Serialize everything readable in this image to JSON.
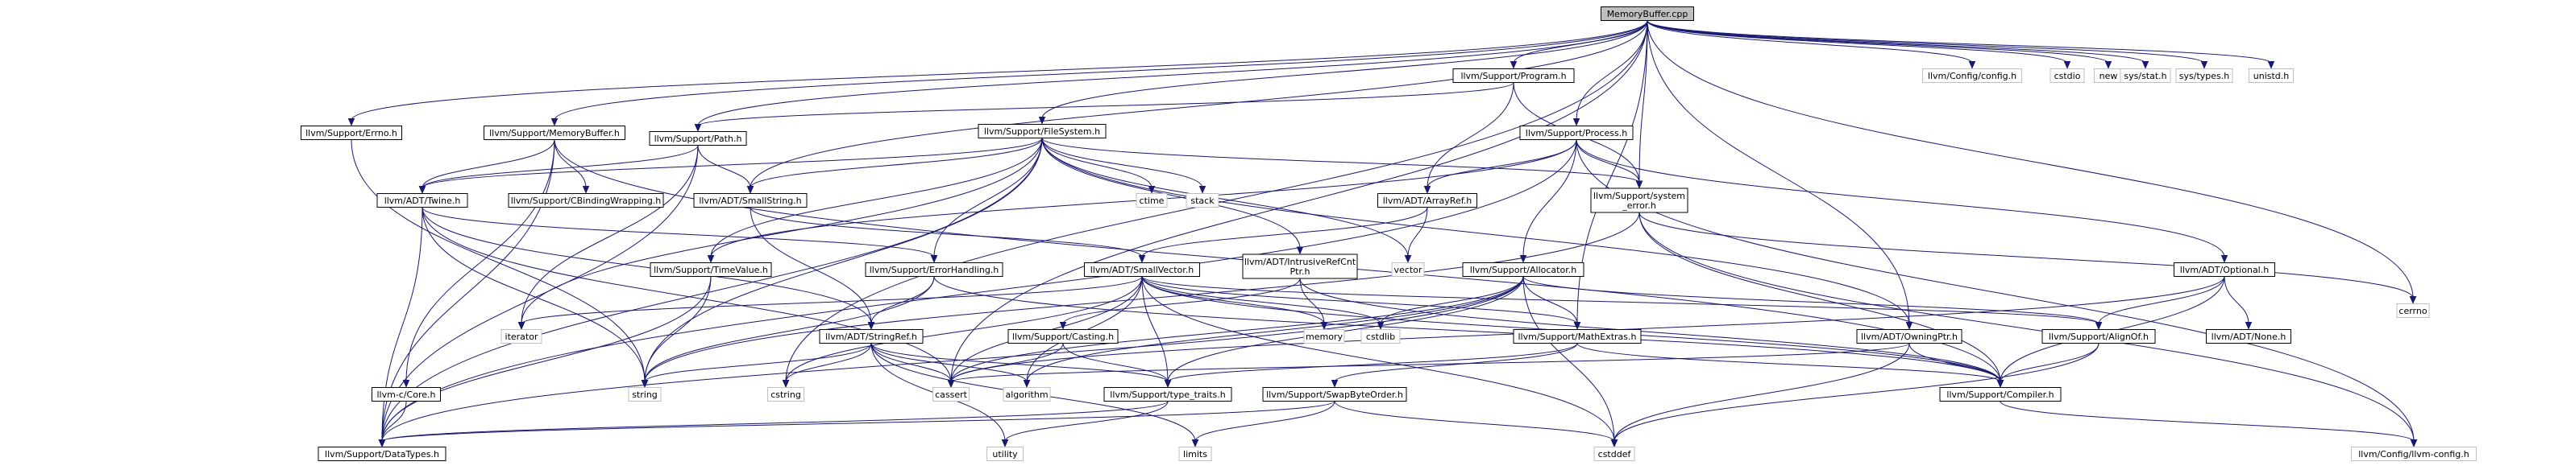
{
  "graph": {
    "root": "MemoryBuffer.cpp",
    "edge_color": "#191970",
    "nodes": [
      {
        "id": "MemoryBuffer.cpp",
        "label": "MemoryBuffer.cpp"
      },
      {
        "id": "llvm/Config/config.h",
        "label": "llvm/Config/config.h"
      },
      {
        "id": "cstdio",
        "label": "cstdio"
      },
      {
        "id": "new",
        "label": "new"
      },
      {
        "id": "sys/stat.h",
        "label": "sys/stat.h"
      },
      {
        "id": "sys/types.h",
        "label": "sys/types.h"
      },
      {
        "id": "unistd.h",
        "label": "unistd.h"
      },
      {
        "id": "llvm/Support/Program.h",
        "label": "llvm/Support/Program.h"
      },
      {
        "id": "llvm/Support/Errno.h",
        "label": "llvm/Support/Errno.h"
      },
      {
        "id": "llvm/Support/MemoryBuffer.h",
        "label": "llvm/Support/MemoryBuffer.h"
      },
      {
        "id": "llvm/Support/Path.h",
        "label": "llvm/Support/Path.h"
      },
      {
        "id": "llvm/Support/FileSystem.h",
        "label": "llvm/Support/FileSystem.h"
      },
      {
        "id": "llvm/Support/Process.h",
        "label": "llvm/Support/Process.h"
      },
      {
        "id": "llvm/ADT/Twine.h",
        "label": "llvm/ADT/Twine.h"
      },
      {
        "id": "llvm/Support/CBindingWrapping.h",
        "label": "llvm/Support/CBindingWrapping.h"
      },
      {
        "id": "llvm/ADT/SmallString.h",
        "label": "llvm/ADT/SmallString.h"
      },
      {
        "id": "ctime",
        "label": "ctime"
      },
      {
        "id": "stack",
        "label": "stack"
      },
      {
        "id": "llvm/ADT/ArrayRef.h",
        "label": "llvm/ADT/ArrayRef.h"
      },
      {
        "id": "llvm/Support/system_error.h",
        "label": "llvm/Support/system\n_error.h"
      },
      {
        "id": "llvm/Support/TimeValue.h",
        "label": "llvm/Support/TimeValue.h"
      },
      {
        "id": "llvm/Support/ErrorHandling.h",
        "label": "llvm/Support/ErrorHandling.h"
      },
      {
        "id": "llvm/ADT/SmallVector.h",
        "label": "llvm/ADT/SmallVector.h"
      },
      {
        "id": "llvm/ADT/IntrusiveRefCntPtr.h",
        "label": "llvm/ADT/IntrusiveRefCnt\nPtr.h"
      },
      {
        "id": "vector",
        "label": "vector"
      },
      {
        "id": "llvm/Support/Allocator.h",
        "label": "llvm/Support/Allocator.h"
      },
      {
        "id": "llvm/ADT/Optional.h",
        "label": "llvm/ADT/Optional.h"
      },
      {
        "id": "cerrno",
        "label": "cerrno"
      },
      {
        "id": "iterator",
        "label": "iterator"
      },
      {
        "id": "memory",
        "label": "memory"
      },
      {
        "id": "cstdlib",
        "label": "cstdlib"
      },
      {
        "id": "llvm/Support/MathExtras.h",
        "label": "llvm/Support/MathExtras.h"
      },
      {
        "id": "llvm/ADT/OwningPtr.h",
        "label": "llvm/ADT/OwningPtr.h"
      },
      {
        "id": "llvm/Support/AlignOf.h",
        "label": "llvm/Support/AlignOf.h"
      },
      {
        "id": "llvm/ADT/None.h",
        "label": "llvm/ADT/None.h"
      },
      {
        "id": "llvm/ADT/StringRef.h",
        "label": "llvm/ADT/StringRef.h"
      },
      {
        "id": "llvm/Support/Casting.h",
        "label": "llvm/Support/Casting.h"
      },
      {
        "id": "llvm-c/Core.h",
        "label": "llvm-c/Core.h"
      },
      {
        "id": "string",
        "label": "string"
      },
      {
        "id": "cstring",
        "label": "cstring"
      },
      {
        "id": "cassert",
        "label": "cassert"
      },
      {
        "id": "algorithm",
        "label": "algorithm"
      },
      {
        "id": "llvm/Support/type_traits.h",
        "label": "llvm/Support/type_traits.h"
      },
      {
        "id": "llvm/Support/SwapByteOrder.h",
        "label": "llvm/Support/SwapByteOrder.h"
      },
      {
        "id": "llvm/Support/Compiler.h",
        "label": "llvm/Support/Compiler.h"
      },
      {
        "id": "llvm/Support/DataTypes.h",
        "label": "llvm/Support/DataTypes.h"
      },
      {
        "id": "utility",
        "label": "utility"
      },
      {
        "id": "limits",
        "label": "limits"
      },
      {
        "id": "cstddef",
        "label": "cstddef"
      },
      {
        "id": "llvm/Config/llvm-config.h",
        "label": "llvm/Config/llvm-config.h"
      }
    ],
    "edges": [
      [
        "MemoryBuffer.cpp",
        "llvm/Config/config.h"
      ],
      [
        "MemoryBuffer.cpp",
        "cstdio"
      ],
      [
        "MemoryBuffer.cpp",
        "new"
      ],
      [
        "MemoryBuffer.cpp",
        "sys/stat.h"
      ],
      [
        "MemoryBuffer.cpp",
        "sys/types.h"
      ],
      [
        "MemoryBuffer.cpp",
        "unistd.h"
      ],
      [
        "MemoryBuffer.cpp",
        "llvm/Support/Program.h"
      ],
      [
        "MemoryBuffer.cpp",
        "llvm/Support/Errno.h"
      ],
      [
        "MemoryBuffer.cpp",
        "llvm/Support/MemoryBuffer.h"
      ],
      [
        "MemoryBuffer.cpp",
        "llvm/Support/Path.h"
      ],
      [
        "MemoryBuffer.cpp",
        "llvm/Support/FileSystem.h"
      ],
      [
        "MemoryBuffer.cpp",
        "llvm/Support/Process.h"
      ],
      [
        "MemoryBuffer.cpp",
        "llvm/ADT/SmallString.h"
      ],
      [
        "MemoryBuffer.cpp",
        "llvm/Support/system_error.h"
      ],
      [
        "MemoryBuffer.cpp",
        "llvm/Support/MathExtras.h"
      ],
      [
        "MemoryBuffer.cpp",
        "llvm/ADT/OwningPtr.h"
      ],
      [
        "MemoryBuffer.cpp",
        "cerrno"
      ],
      [
        "MemoryBuffer.cpp",
        "cassert"
      ],
      [
        "MemoryBuffer.cpp",
        "cstring"
      ],
      [
        "llvm/Support/Program.h",
        "llvm/Support/Path.h"
      ],
      [
        "llvm/Support/Program.h",
        "llvm/ADT/ArrayRef.h"
      ],
      [
        "llvm/Support/Program.h",
        "llvm/Support/system_error.h"
      ],
      [
        "llvm/Support/Errno.h",
        "string"
      ],
      [
        "llvm/Support/MemoryBuffer.h",
        "llvm/ADT/Twine.h"
      ],
      [
        "llvm/Support/MemoryBuffer.h",
        "llvm/Support/CBindingWrapping.h"
      ],
      [
        "llvm/Support/MemoryBuffer.h",
        "llvm-c/Core.h"
      ],
      [
        "llvm/Support/MemoryBuffer.h",
        "llvm/Support/DataTypes.h"
      ],
      [
        "llvm/Support/MemoryBuffer.h",
        "llvm/Support/Compiler.h"
      ],
      [
        "llvm/Support/Path.h",
        "llvm/ADT/SmallString.h"
      ],
      [
        "llvm/Support/Path.h",
        "llvm/ADT/Twine.h"
      ],
      [
        "llvm/Support/Path.h",
        "iterator"
      ],
      [
        "llvm/Support/Path.h",
        "llvm/Support/DataTypes.h"
      ],
      [
        "llvm/Support/FileSystem.h",
        "llvm/ADT/SmallString.h"
      ],
      [
        "llvm/Support/FileSystem.h",
        "llvm/ADT/Twine.h"
      ],
      [
        "llvm/Support/FileSystem.h",
        "ctime"
      ],
      [
        "llvm/Support/FileSystem.h",
        "stack"
      ],
      [
        "llvm/Support/FileSystem.h",
        "vector"
      ],
      [
        "llvm/Support/FileSystem.h",
        "llvm/Support/TimeValue.h"
      ],
      [
        "llvm/Support/FileSystem.h",
        "llvm/Support/ErrorHandling.h"
      ],
      [
        "llvm/Support/FileSystem.h",
        "llvm/ADT/IntrusiveRefCntPtr.h"
      ],
      [
        "llvm/Support/FileSystem.h",
        "llvm/Support/system_error.h"
      ],
      [
        "llvm/Support/FileSystem.h",
        "llvm/ADT/OwningPtr.h"
      ],
      [
        "llvm/Support/FileSystem.h",
        "llvm/Support/DataTypes.h"
      ],
      [
        "llvm/Support/FileSystem.h",
        "iterator"
      ],
      [
        "llvm/Support/FileSystem.h",
        "string"
      ],
      [
        "llvm/Support/Process.h",
        "llvm/ADT/ArrayRef.h"
      ],
      [
        "llvm/Support/Process.h",
        "llvm/Support/Allocator.h"
      ],
      [
        "llvm/Support/Process.h",
        "llvm/Support/system_error.h"
      ],
      [
        "llvm/Support/Process.h",
        "llvm/ADT/Optional.h"
      ],
      [
        "llvm/Support/Process.h",
        "llvm/Support/TimeValue.h"
      ],
      [
        "llvm/Support/Process.h",
        "llvm/Config/llvm-config.h"
      ],
      [
        "llvm/Support/Process.h",
        "llvm/Support/DataTypes.h"
      ],
      [
        "llvm/ADT/Twine.h",
        "llvm/ADT/StringRef.h"
      ],
      [
        "llvm/ADT/Twine.h",
        "llvm/Support/DataTypes.h"
      ],
      [
        "llvm/ADT/Twine.h",
        "llvm/Support/ErrorHandling.h"
      ],
      [
        "llvm/ADT/Twine.h",
        "cassert"
      ],
      [
        "llvm/ADT/Twine.h",
        "string"
      ],
      [
        "llvm/ADT/SmallString.h",
        "llvm/ADT/SmallVector.h"
      ],
      [
        "llvm/ADT/SmallString.h",
        "llvm/ADT/StringRef.h"
      ],
      [
        "llvm/ADT/ArrayRef.h",
        "llvm/ADT/SmallVector.h"
      ],
      [
        "llvm/ADT/ArrayRef.h",
        "vector"
      ],
      [
        "llvm/Support/system_error.h",
        "llvm/Support/Compiler.h"
      ],
      [
        "llvm/Support/system_error.h",
        "cerrno"
      ],
      [
        "llvm/Support/system_error.h",
        "string"
      ],
      [
        "llvm/Support/system_error.h",
        "llvm/Config/llvm-config.h"
      ],
      [
        "llvm/Support/TimeValue.h",
        "llvm/Support/DataTypes.h"
      ],
      [
        "llvm/Support/TimeValue.h",
        "string"
      ],
      [
        "llvm/Support/ErrorHandling.h",
        "llvm/ADT/StringRef.h"
      ],
      [
        "llvm/Support/ErrorHandling.h",
        "llvm/Support/Compiler.h"
      ],
      [
        "llvm/Support/ErrorHandling.h",
        "string"
      ],
      [
        "llvm/ADT/SmallVector.h",
        "llvm/Support/AlignOf.h"
      ],
      [
        "llvm/ADT/SmallVector.h",
        "llvm/Support/Compiler.h"
      ],
      [
        "llvm/ADT/SmallVector.h",
        "llvm/Support/MathExtras.h"
      ],
      [
        "llvm/ADT/SmallVector.h",
        "llvm/Support/type_traits.h"
      ],
      [
        "llvm/ADT/SmallVector.h",
        "algorithm"
      ],
      [
        "llvm/ADT/SmallVector.h",
        "cassert"
      ],
      [
        "llvm/ADT/SmallVector.h",
        "cstddef"
      ],
      [
        "llvm/ADT/SmallVector.h",
        "cstdlib"
      ],
      [
        "llvm/ADT/SmallVector.h",
        "cstring"
      ],
      [
        "llvm/ADT/SmallVector.h",
        "iterator"
      ],
      [
        "llvm/ADT/SmallVector.h",
        "memory"
      ],
      [
        "llvm/ADT/IntrusiveRefCntPtr.h",
        "llvm/Support/Casting.h"
      ],
      [
        "llvm/ADT/IntrusiveRefCntPtr.h",
        "llvm/Support/Compiler.h"
      ],
      [
        "llvm/ADT/IntrusiveRefCntPtr.h",
        "memory"
      ],
      [
        "llvm/Support/Allocator.h",
        "llvm/Support/AlignOf.h"
      ],
      [
        "llvm/Support/Allocator.h",
        "llvm/Support/DataTypes.h"
      ],
      [
        "llvm/Support/Allocator.h",
        "llvm/Support/MathExtras.h"
      ],
      [
        "llvm/Support/Allocator.h",
        "llvm/Support/type_traits.h"
      ],
      [
        "llvm/Support/Allocator.h",
        "algorithm"
      ],
      [
        "llvm/Support/Allocator.h",
        "cassert"
      ],
      [
        "llvm/Support/Allocator.h",
        "cstddef"
      ],
      [
        "llvm/Support/Allocator.h",
        "cstdlib"
      ],
      [
        "llvm/ADT/Optional.h",
        "llvm/ADT/None.h"
      ],
      [
        "llvm/ADT/Optional.h",
        "llvm/Support/AlignOf.h"
      ],
      [
        "llvm/ADT/Optional.h",
        "llvm/Support/Compiler.h"
      ],
      [
        "llvm/ADT/Optional.h",
        "cassert"
      ],
      [
        "llvm/Support/MathExtras.h",
        "llvm/Support/Compiler.h"
      ],
      [
        "llvm/Support/MathExtras.h",
        "llvm/Support/SwapByteOrder.h"
      ],
      [
        "llvm/Support/MathExtras.h",
        "llvm/Support/type_traits.h"
      ],
      [
        "llvm/ADT/OwningPtr.h",
        "llvm/Support/Compiler.h"
      ],
      [
        "llvm/ADT/OwningPtr.h",
        "cassert"
      ],
      [
        "llvm/ADT/OwningPtr.h",
        "cstddef"
      ],
      [
        "llvm/Support/AlignOf.h",
        "llvm/Support/Compiler.h"
      ],
      [
        "llvm/Support/AlignOf.h",
        "cstddef"
      ],
      [
        "llvm/ADT/StringRef.h",
        "llvm/Support/type_traits.h"
      ],
      [
        "llvm/ADT/StringRef.h",
        "algorithm"
      ],
      [
        "llvm/ADT/StringRef.h",
        "cassert"
      ],
      [
        "llvm/ADT/StringRef.h",
        "cstring"
      ],
      [
        "llvm/ADT/StringRef.h",
        "limits"
      ],
      [
        "llvm/ADT/StringRef.h",
        "string"
      ],
      [
        "llvm/ADT/StringRef.h",
        "utility"
      ],
      [
        "llvm/Support/Casting.h",
        "llvm/Support/type_traits.h"
      ],
      [
        "llvm/Support/Casting.h",
        "cassert"
      ],
      [
        "llvm-c/Core.h",
        "llvm/Support/DataTypes.h"
      ],
      [
        "llvm/Support/type_traits.h",
        "llvm/Support/DataTypes.h"
      ],
      [
        "llvm/Support/type_traits.h",
        "utility"
      ],
      [
        "llvm/Support/SwapByteOrder.h",
        "llvm/Support/DataTypes.h"
      ],
      [
        "llvm/Support/SwapByteOrder.h",
        "cstddef"
      ],
      [
        "llvm/Support/SwapByteOrder.h",
        "limits"
      ],
      [
        "llvm/Support/Compiler.h",
        "llvm/Config/llvm-config.h"
      ]
    ]
  }
}
